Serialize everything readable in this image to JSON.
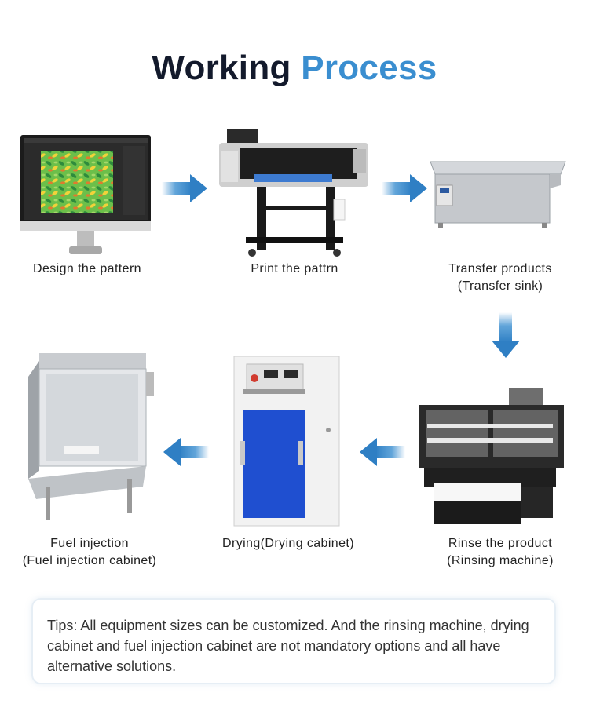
{
  "title": {
    "part1": "Working",
    "part2": "Process"
  },
  "steps": [
    {
      "label_line1": "Design the pattern",
      "label_line2": ""
    },
    {
      "label_line1": "Print the pattrn",
      "label_line2": ""
    },
    {
      "label_line1": "Transfer products",
      "label_line2": "(Transfer sink)"
    },
    {
      "label_line1": "Rinse the product",
      "label_line2": "(Rinsing machine)"
    },
    {
      "label_line1": "Drying(Drying cabinet)",
      "label_line2": ""
    },
    {
      "label_line1": "Fuel injection",
      "label_line2": "(Fuel injection cabinet)"
    }
  ],
  "tips": "Tips: All equipment sizes can be customized. And the rinsing machine, drying cabinet and fuel injection cabinet are not mandatory options and all have alternative solutions.",
  "colors": {
    "accent": "#3a8ed0",
    "title_dark": "#131a2c",
    "arrow": "#3a8ed0"
  }
}
